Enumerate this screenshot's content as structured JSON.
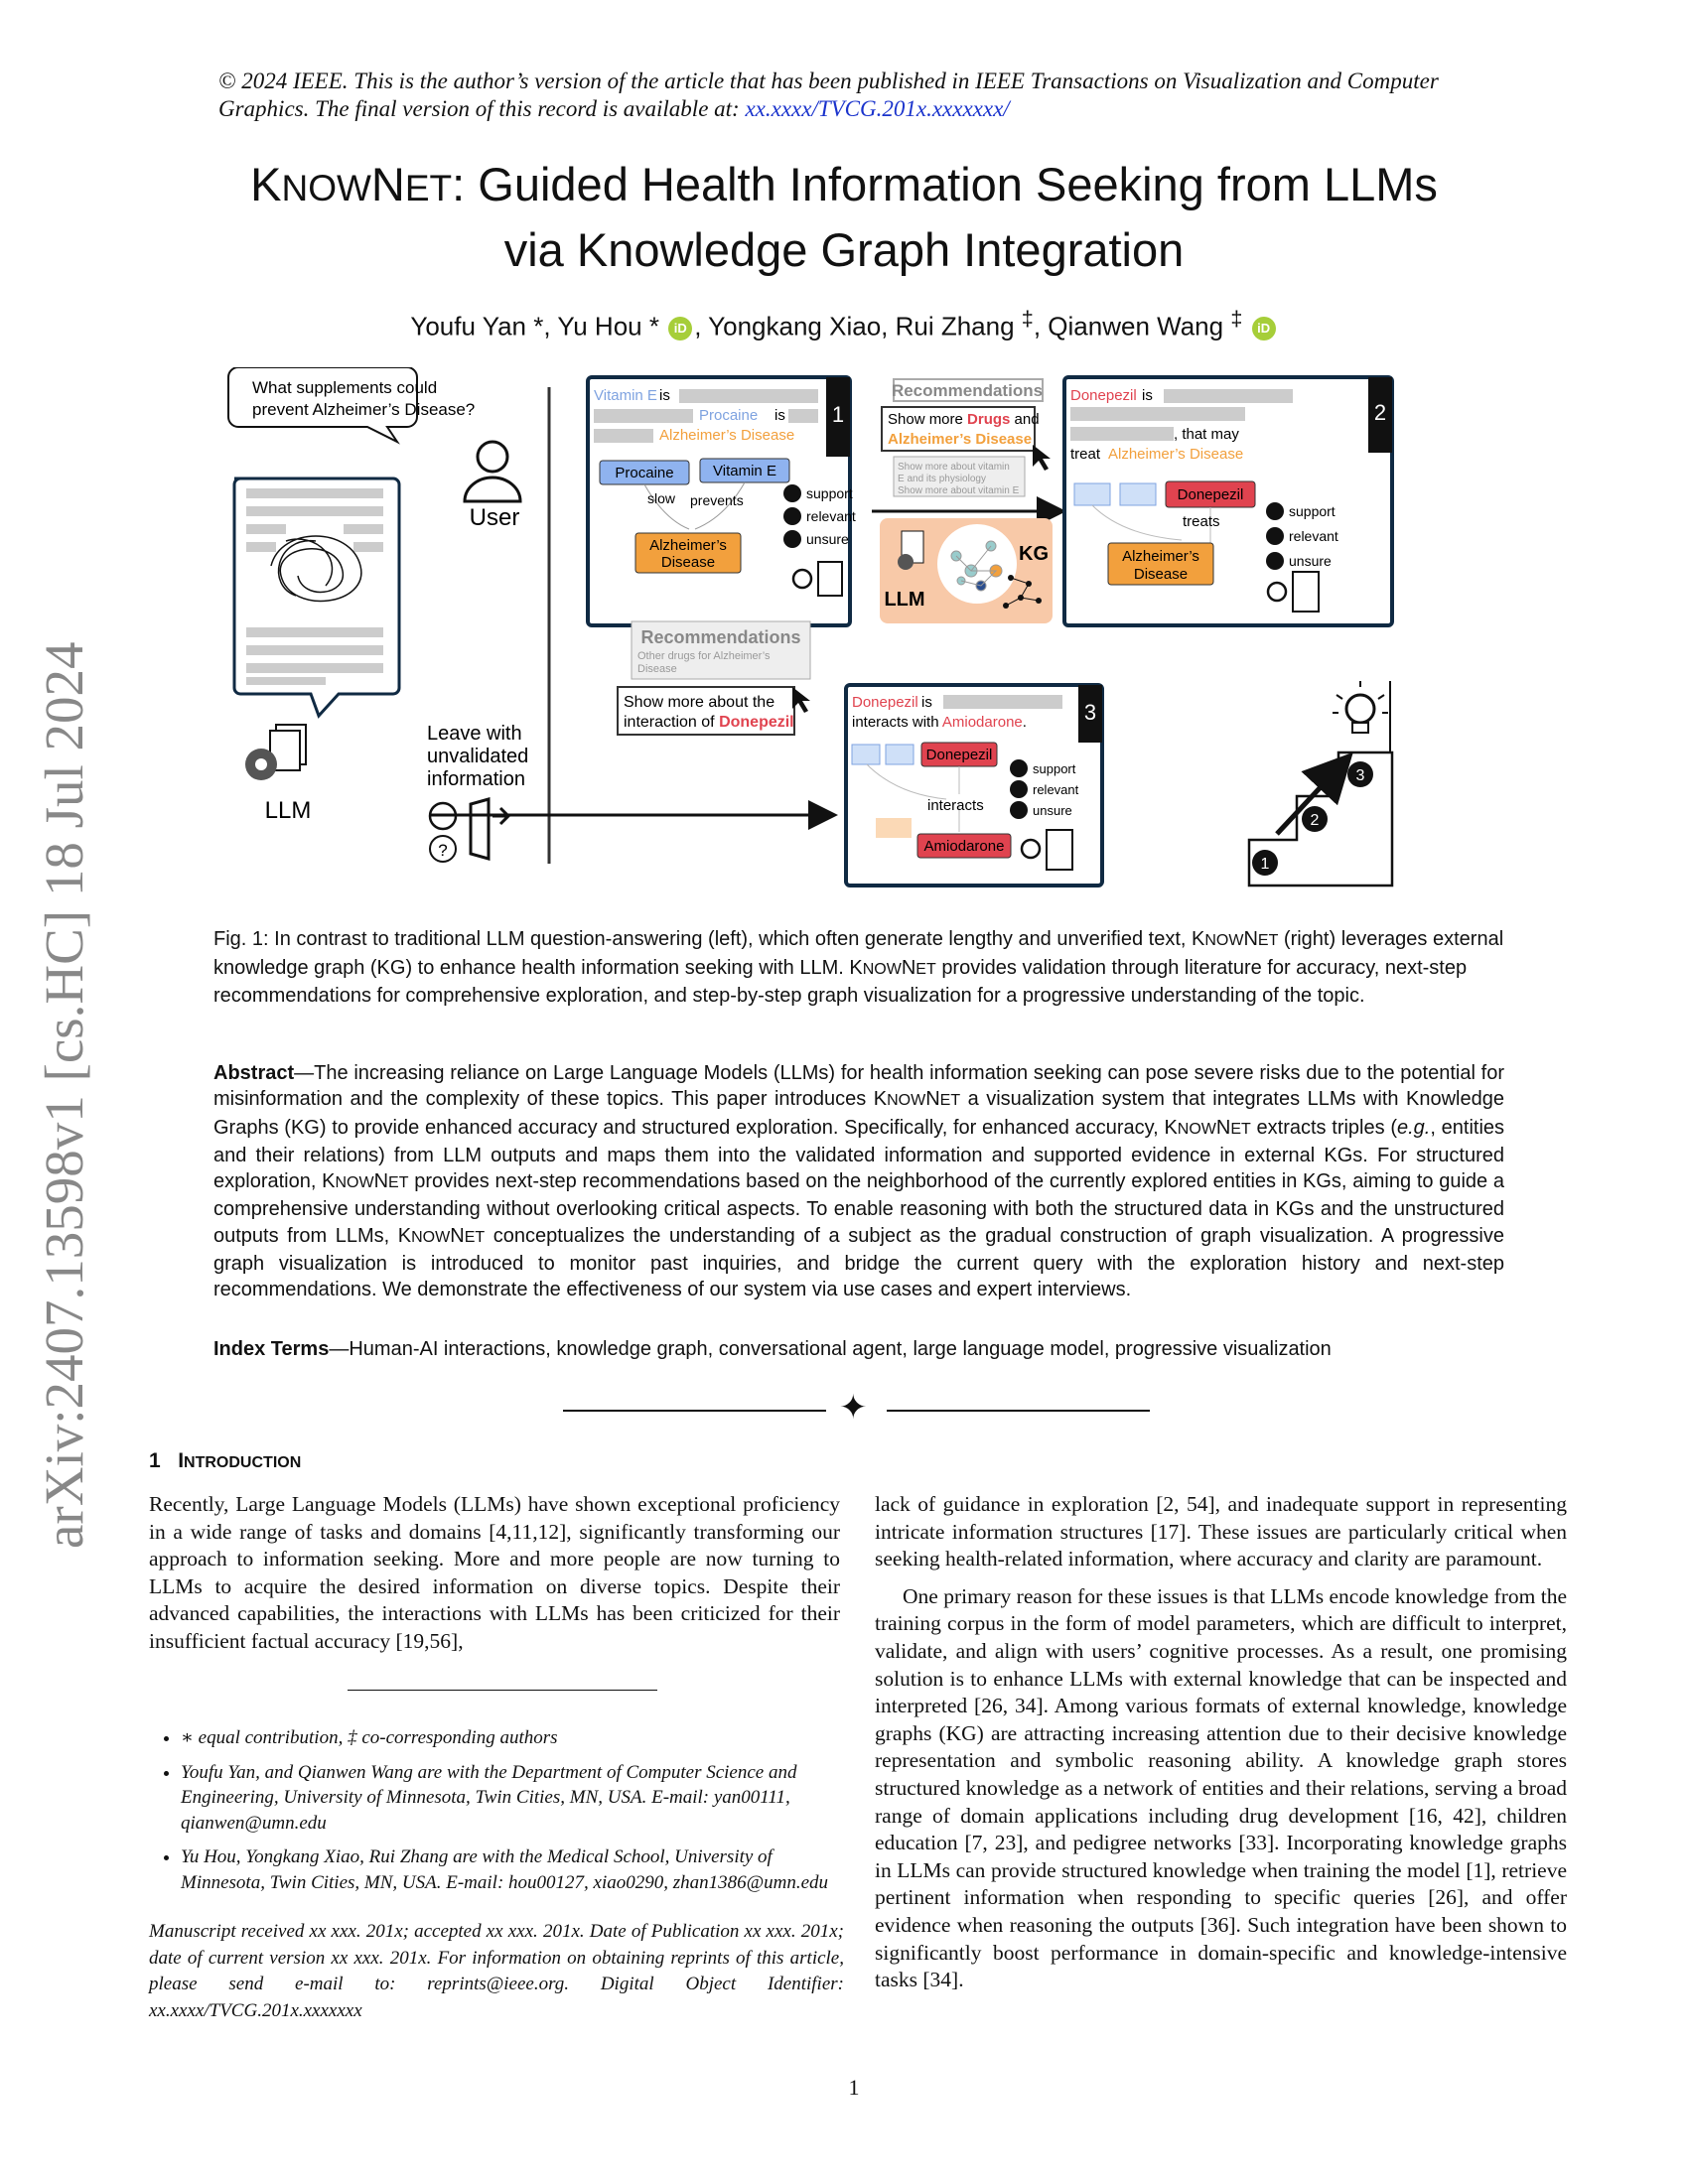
{
  "notice": {
    "text": "© 2024 IEEE. This is the author’s version of the article that has been published in IEEE Transactions on Visualization and Computer Graphics. The final version of this record is available at:",
    "link": "xx.xxxx/TVCG.201x.xxxxxxx/"
  },
  "title": {
    "know_k": "K",
    "know_rest": "NOW",
    "net_n": "N",
    "net_rest": "ET",
    "line1_rest": ": Guided Health Information Seeking from LLMs",
    "line2": "via Knowledge Graph Integration"
  },
  "authors": {
    "a1": "Youfu Yan *, Yu Hou *",
    "a2": ", Yongkang Xiao, Rui Zhang",
    "dagger": "‡",
    "a3": ", Qianwen Wang",
    "orcid": "iD"
  },
  "arxiv_stamp": "arXiv:2407.13598v1  [cs.HC]  18 Jul 2024",
  "figure": {
    "user_question": [
      "What supplements could",
      "prevent Alzheimer’s Disease?"
    ],
    "user_label": "User",
    "llm_label": "LLM",
    "leave_text": [
      "Leave with",
      "unvalidated",
      "information"
    ],
    "panel1": {
      "badge": "1",
      "line1_entity": "Vitamin E",
      "line1_is": "is",
      "line2_entity": "Procaine",
      "line2_is": "is",
      "line3_entity": "Alzheimer’s Disease",
      "node_a": "Procaine",
      "node_b": "Vitamin E",
      "edge_a": "slow",
      "edge_b": "prevents",
      "node_c": [
        "Alzheimer’s",
        "Disease"
      ],
      "support": "support",
      "relevant": "relevant",
      "unsure": "unsure"
    },
    "rec1": {
      "header": "Recommendations",
      "main_a": "Show more ",
      "main_drugs": "Drugs",
      "main_and": " and",
      "main_ad": "Alzheimer’s Disease",
      "sub1": [
        "Show more about vitamin",
        "E and its physiology"
      ],
      "sub2": "Show more about vitamin E"
    },
    "kg_llm": "LLM",
    "kg_label": "KG",
    "panel2": {
      "badge": "2",
      "line1_entity": "Donepezil",
      "line1_is": "is",
      "line2_tail": ", that may",
      "line3_treat": "treat",
      "line3_entity": "Alzheimer’s Disease",
      "node_a": "Donepezil",
      "edge": "treats",
      "node_b": [
        "Alzheimer’s",
        "Disease"
      ],
      "support": "support",
      "relevant": "relevant",
      "unsure": "unsure"
    },
    "rec2": {
      "header": "Recommendations",
      "sub": [
        "Other drugs for Alzheimer’s",
        "Disease"
      ],
      "main1": "Show more about the",
      "main2": "interaction of ",
      "main_drug": "Donepezil"
    },
    "panel3": {
      "badge": "3",
      "line1_entity": "Donepezil",
      "line1_is": "is",
      "line2_a": "interacts with ",
      "line2_entity": "Amiodarone",
      "line2_dot": ".",
      "node_a": "Donepezil",
      "edge": "interacts",
      "node_b": "Amiodarone",
      "support": "support",
      "relevant": "relevant",
      "unsure": "unsure"
    },
    "steps": [
      "1",
      "2",
      "3"
    ],
    "colors": {
      "blue": "#8fb3ef",
      "orange": "#f2a03d",
      "red": "#e0434f",
      "kg_bg": "#f8c9a8",
      "navy": "#102a43"
    }
  },
  "caption": {
    "lead": "Fig. 1: In contrast to traditional LLM question-answering (left), which often generate lengthy and unverified text,",
    "mid": "(right) leverages external knowledge graph (KG) to enhance health information seeking with LLM.",
    "tail": "provides validation through literature for accuracy, next-step recommendations for comprehensive exploration, and step-by-step graph visualization for a progressive understanding of the topic."
  },
  "abstract": {
    "label": "Abstract",
    "p1": "—The increasing reliance on Large Language Models (LLMs) for health information seeking can pose severe risks due to the potential for misinformation and the complexity of these topics. This paper introduces",
    "p2": " a visualization system that integrates LLMs with Knowledge Graphs (KG) to provide enhanced accuracy and structured exploration. Specifically, for enhanced accuracy,",
    "p3": " extracts triples (",
    "eg": "e.g.",
    "p4": ", entities and their relations) from LLM outputs and maps them into the validated information and supported evidence in external KGs. For structured exploration,",
    "p5": " provides next-step recommendations based on the neighborhood of the currently explored entities in KGs, aiming to guide a comprehensive understanding without overlooking critical aspects. To enable reasoning with both the structured data in KGs and the unstructured outputs from LLMs,",
    "p6": " conceptualizes the understanding of a subject as the gradual construction of graph visualization. A progressive graph visualization is introduced to monitor past inquiries, and bridge the current query with the exploration history and next-step recommendations. We demonstrate the effectiveness of our system via use cases and expert interviews."
  },
  "index_terms": {
    "label": "Index Terms",
    "text": "—Human-AI interactions, knowledge graph, conversational agent, large language model, progressive visualization"
  },
  "separator_star": "✦",
  "section": {
    "number": "1",
    "i": "I",
    "rest": "NTRODUCTION"
  },
  "col_left": "Recently, Large Language Models (LLMs) have shown exceptional proficiency in a wide range of tasks and domains [4,11,12], significantly transforming our approach to information seeking. More and more people are now turning to LLMs to acquire the desired information on diverse topics. Despite their advanced capabilities, the interactions with LLMs has been criticized for their insufficient factual accuracy [19,56],",
  "col_right": {
    "p1": "lack of guidance in exploration [2, 54], and inadequate support in representing intricate information structures [17]. These issues are particularly critical when seeking health-related information, where accuracy and clarity are paramount.",
    "p2": "One primary reason for these issues is that LLMs encode knowledge from the training corpus in the form of model parameters, which are difficult to interpret, validate, and align with users’ cognitive processes. As a result, one promising solution is to enhance LLMs with external knowledge that can be inspected and interpreted [26, 34]. Among various formats of external knowledge, knowledge graphs (KG) are attracting increasing attention due to their decisive knowledge representation and symbolic reasoning ability. A knowledge graph stores structured knowledge as a network of entities and their relations, serving a broad range of domain applications including drug development [16, 42], children education [7, 23], and pedigree networks [33]. Incorporating knowledge graphs in LLMs can provide structured knowledge when training the model [1], retrieve pertinent information when responding to specific queries [26], and offer evidence when reasoning the outputs [36]. Such integration have been shown to significantly boost performance in domain-specific and knowledge-intensive tasks [34]."
  },
  "footnotes": [
    "∗ equal contribution, ‡ co-corresponding authors",
    "Youfu Yan, and Qianwen Wang are with the Department of Computer Science and Engineering, University of Minnesota, Twin Cities, MN, USA. E-mail: yan00111, qianwen@umn.edu",
    "Yu Hou, Yongkang Xiao, Rui Zhang are with the Medical School, University of Minnesota, Twin Cities, MN, USA. E-mail: hou00127, xiao0290, zhan1386@umn.edu"
  ],
  "manuscript": "Manuscript received xx xxx. 201x; accepted xx xxx. 201x. Date of Publication xx xxx. 201x; date of current version xx xxx. 201x. For information on obtaining reprints of this article, please send e-mail to: reprints@ieee.org. Digital Object Identifier: xx.xxxx/TVCG.201x.xxxxxxx",
  "page_number": "1"
}
